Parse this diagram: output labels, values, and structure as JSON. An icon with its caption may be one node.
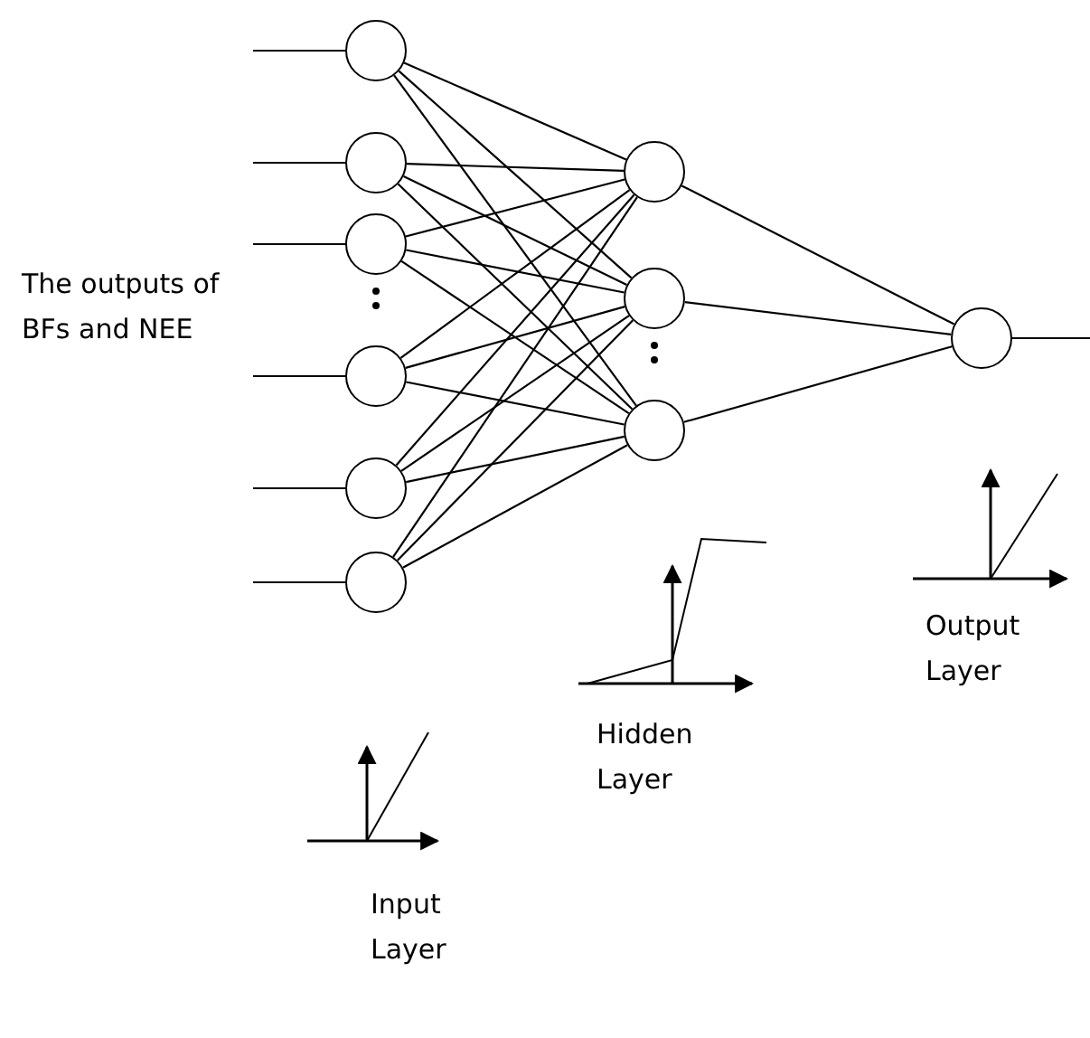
{
  "diagram": {
    "nodes": [
      {
        "text": [],
        "shape": "circle"
      },
      {
        "text": [],
        "shape": "circle"
      },
      {
        "text": [],
        "shape": "circle"
      },
      {
        "text": [],
        "shape": "circle"
      },
      {
        "text": [],
        "shape": "circle"
      },
      {
        "text": [],
        "shape": "circle"
      },
      {
        "text": [],
        "shape": "circle"
      },
      {
        "text": [],
        "shape": "circle"
      },
      {
        "text": [],
        "shape": "circle"
      },
      {
        "text": [],
        "shape": "circle"
      }
    ],
    "edges": [
      {
        "from": null,
        "to": 0,
        "arrow": "none"
      },
      {
        "from": null,
        "to": 1,
        "arrow": "none"
      },
      {
        "from": null,
        "to": 2,
        "arrow": "none"
      },
      {
        "from": null,
        "to": 3,
        "arrow": "none"
      },
      {
        "from": null,
        "to": 4,
        "arrow": "none"
      },
      {
        "from": null,
        "to": 5,
        "arrow": "none"
      },
      {
        "from": 0,
        "to": 6,
        "arrow": "none"
      },
      {
        "from": 0,
        "to": 7,
        "arrow": "none"
      },
      {
        "from": 0,
        "to": 8,
        "arrow": "none"
      },
      {
        "from": 1,
        "to": 6,
        "arrow": "none"
      },
      {
        "from": 1,
        "to": 7,
        "arrow": "none"
      },
      {
        "from": 1,
        "to": 8,
        "arrow": "none"
      },
      {
        "from": 2,
        "to": 6,
        "arrow": "none"
      },
      {
        "from": 2,
        "to": 7,
        "arrow": "none"
      },
      {
        "from": 2,
        "to": 8,
        "arrow": "none"
      },
      {
        "from": 3,
        "to": 6,
        "arrow": "none"
      },
      {
        "from": 3,
        "to": 7,
        "arrow": "none"
      },
      {
        "from": 3,
        "to": 8,
        "arrow": "none"
      },
      {
        "from": 4,
        "to": 6,
        "arrow": "none"
      },
      {
        "from": 4,
        "to": 7,
        "arrow": "none"
      },
      {
        "from": 4,
        "to": 8,
        "arrow": "none"
      },
      {
        "from": 5,
        "to": 6,
        "arrow": "none"
      },
      {
        "from": 5,
        "to": 7,
        "arrow": "none"
      },
      {
        "from": 5,
        "to": 8,
        "arrow": "none"
      },
      {
        "from": 6,
        "to": 9,
        "arrow": "none"
      },
      {
        "from": 7,
        "to": 9,
        "arrow": "none"
      },
      {
        "from": 8,
        "to": 9,
        "arrow": "none"
      },
      {
        "from": 9,
        "to": null,
        "arrow": "none"
      }
    ],
    "labels": [
      "The outputs of BFs and NEE",
      "Hidden Layer",
      "Output Layer",
      "Input Layer"
    ]
  }
}
